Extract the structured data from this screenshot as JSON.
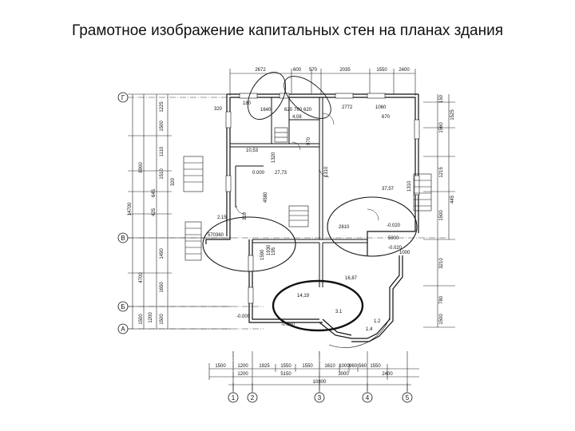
{
  "title": "Грамотное изображение капитальных стен на планах здания",
  "axes": {
    "horizontal": [
      "1",
      "2",
      "3",
      "4",
      "5"
    ],
    "vertical": [
      "Г",
      "В",
      "Б",
      "А"
    ]
  },
  "dimensions_top": [
    "2672",
    "600",
    "570",
    "2035",
    "1550",
    "2400"
  ],
  "dimensions_bottom_row1": [
    "1500",
    "1200",
    "1925",
    "1550",
    "1550",
    "1610",
    "1000",
    "960",
    "560",
    "1550"
  ],
  "dimensions_bottom_row2": [
    "1200",
    "5150",
    "3000",
    "2400"
  ],
  "dimensions_bottom_total": "10800",
  "dimensions_left": [
    "1225",
    "1500",
    "1110",
    "1510",
    "320",
    "645",
    "425",
    "1490",
    "1650",
    "1200",
    "1500"
  ],
  "dimensions_left_outer": [
    "8900",
    "14700",
    "4700",
    "1500"
  ],
  "dimensions_right": [
    "150",
    "1525",
    "1560",
    "1215",
    "445",
    "1500",
    "3210",
    "780",
    "1500"
  ],
  "room_labels": [
    "10,53",
    "27,73",
    "37,57",
    "16,87",
    "14,19",
    "4,08",
    "0.000",
    "-0.020",
    "-0.020",
    "-0.060",
    "-0.000"
  ],
  "misc_labels": [
    "320",
    "180",
    "1640",
    "620",
    "760",
    "620",
    "2772",
    "1060",
    "670",
    "1310",
    "2810",
    "1310",
    "4580",
    "970",
    "310",
    "1930",
    "5900",
    "1000",
    "2.15",
    "570",
    "360",
    "1320",
    "1590",
    "195",
    "3.1",
    "1.2",
    "1.4"
  ]
}
